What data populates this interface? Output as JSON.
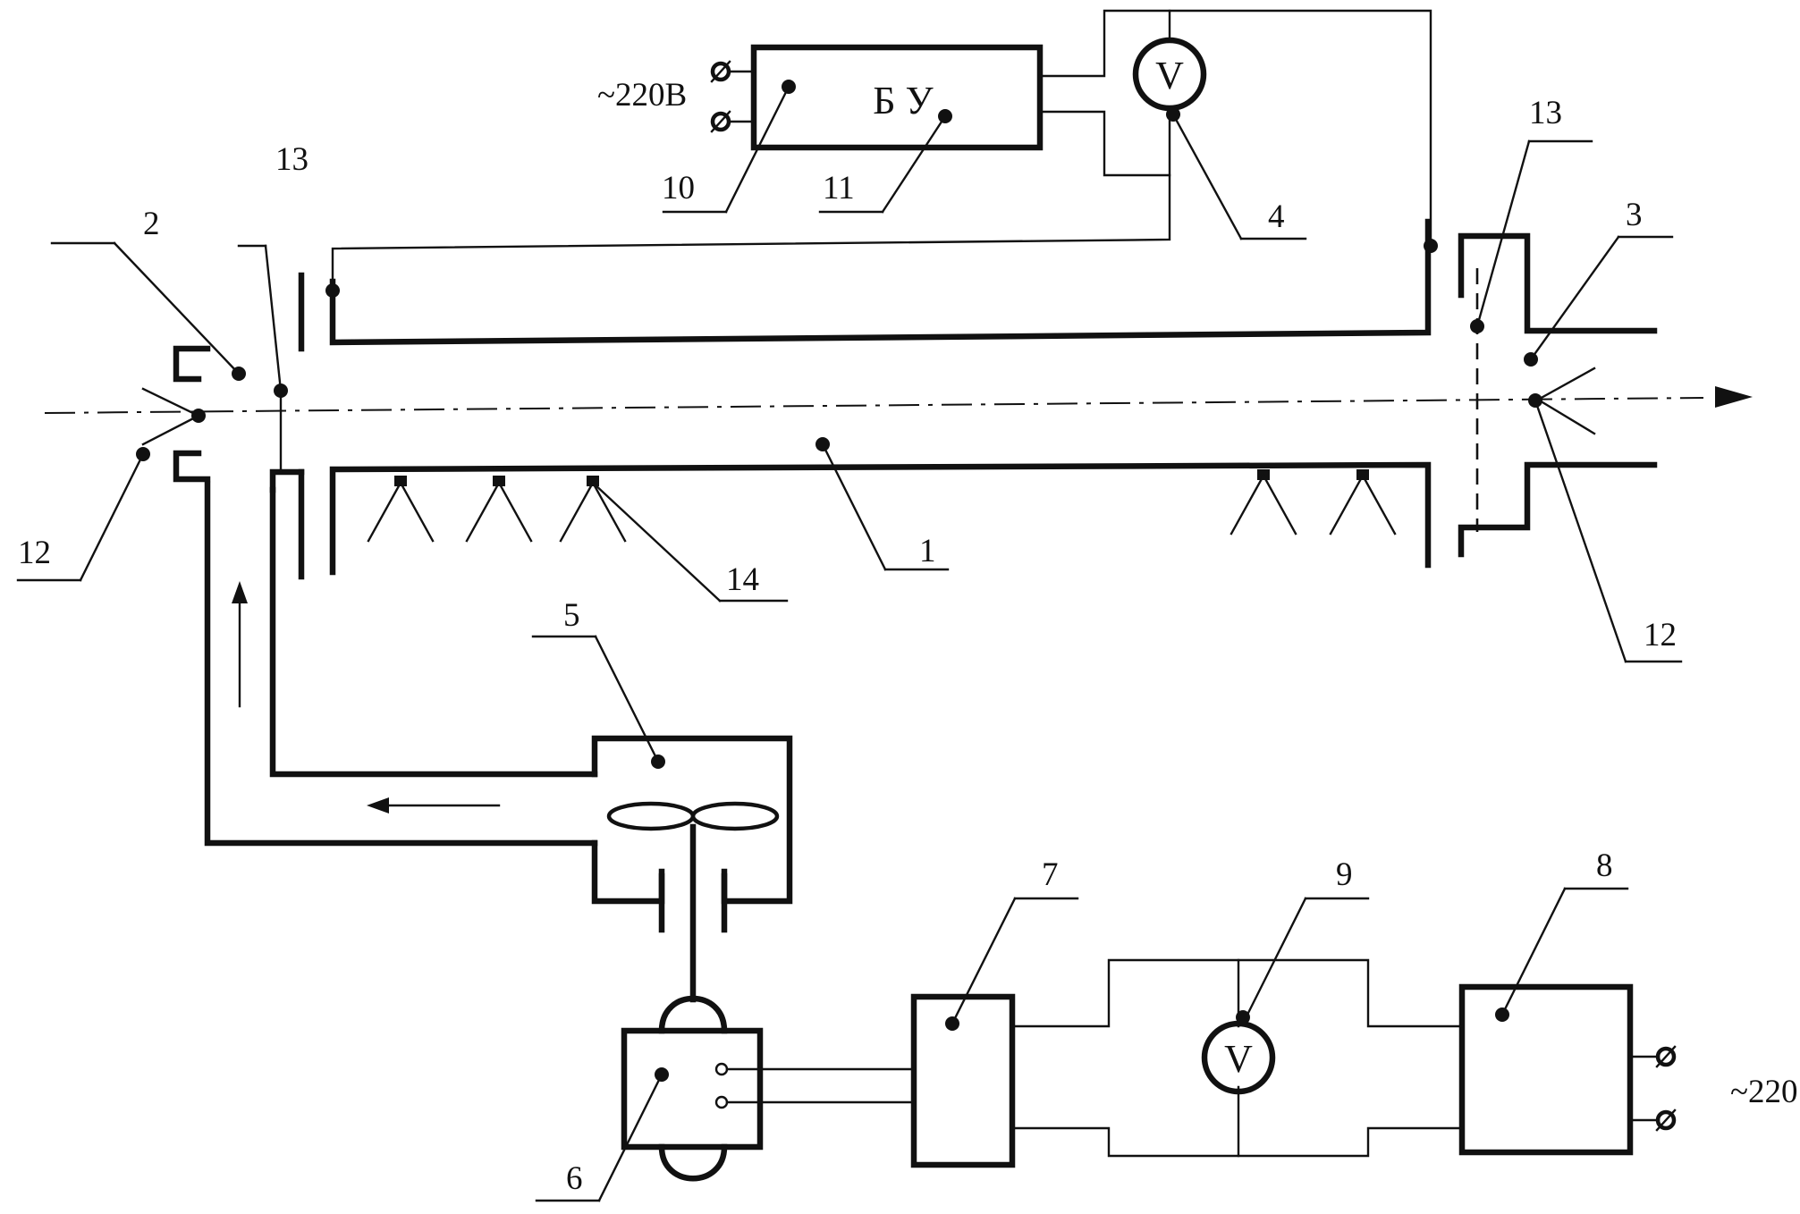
{
  "diagram": {
    "mains_left": "~220В",
    "control_unit": "Б У",
    "mains_right": "~220",
    "voltmeter_symbol": "V",
    "labels": {
      "l1": "1",
      "l2": "2",
      "l3": "3",
      "l4": "4",
      "l5": "5",
      "l6": "6",
      "l7": "7",
      "l8": "8",
      "l9": "9",
      "l10": "10",
      "l11": "11",
      "l12a": "12",
      "l12b": "12",
      "l13a": "13",
      "l13b": "13",
      "l14": "14"
    }
  }
}
